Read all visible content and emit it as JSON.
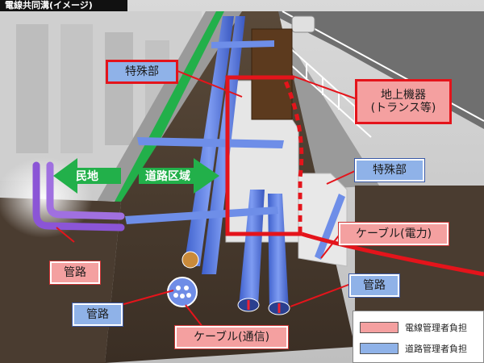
{
  "title": "電線共同溝(イメージ)",
  "arrows": {
    "private_land": "民地",
    "road_area": "道路区域"
  },
  "labels": {
    "special_section_top": "特殊部",
    "ground_equipment": "地上機器\n(トランス等)",
    "special_section_right": "特殊部",
    "cable_power": "ケーブル(電力)",
    "pipe_left_pink": "管路",
    "pipe_left_blue": "管路",
    "pipe_right_blue": "管路",
    "cable_comm": "ケーブル(通信)"
  },
  "legend": {
    "items": [
      {
        "label": "電線管理者負担",
        "color": "#f4a0a0"
      },
      {
        "label": "道路管理者負担",
        "color": "#8fb2e8"
      }
    ]
  },
  "colors": {
    "accent_red": "#e4141b",
    "pipe_blue": "#5b7fe0",
    "pipe_purple": "#a070e0",
    "green_strip": "#22b04a"
  }
}
